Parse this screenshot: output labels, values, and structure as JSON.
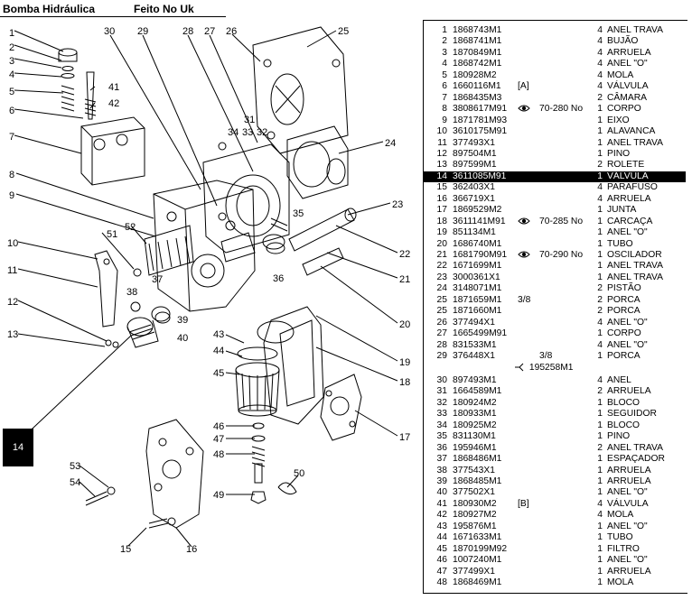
{
  "header": {
    "left_title": "Bomba Hidráulica",
    "right_title": "Feito No Uk"
  },
  "badge": "14",
  "callouts": [
    "1",
    "2",
    "3",
    "4",
    "5",
    "6",
    "7",
    "8",
    "9",
    "10",
    "11",
    "12",
    "13",
    "15",
    "16",
    "17",
    "18",
    "19",
    "20",
    "21",
    "22",
    "23",
    "24",
    "25",
    "26",
    "27",
    "28",
    "29",
    "30",
    "31",
    "32",
    "33",
    "34",
    "35",
    "36",
    "37",
    "38",
    "39",
    "40",
    "41",
    "42",
    "43",
    "44",
    "45",
    "46",
    "47",
    "48",
    "49",
    "50",
    "51",
    "52",
    "53",
    "54"
  ],
  "parts": [
    {
      "idx": "1",
      "pn": "1868743M1",
      "note": "",
      "ref": "",
      "qty": "4",
      "desc": "ANEL TRAVA"
    },
    {
      "idx": "2",
      "pn": "1868741M1",
      "note": "",
      "ref": "",
      "qty": "4",
      "desc": "BUJÃO"
    },
    {
      "idx": "3",
      "pn": "1870849M1",
      "note": "",
      "ref": "",
      "qty": "4",
      "desc": "ARRUELA"
    },
    {
      "idx": "4",
      "pn": "1868742M1",
      "note": "",
      "ref": "",
      "qty": "4",
      "desc": "ANEL \"O\""
    },
    {
      "idx": "5",
      "pn": "180928M2",
      "note": "",
      "ref": "",
      "qty": "4",
      "desc": "MOLA"
    },
    {
      "idx": "6",
      "pn": "1660116M1",
      "note": "[A]",
      "ref": "",
      "qty": "4",
      "desc": "VÁLVULA"
    },
    {
      "idx": "7",
      "pn": "1868435M3",
      "note": "",
      "ref": "",
      "qty": "2",
      "desc": "CÂMARA"
    },
    {
      "idx": "8",
      "pn": "3808617M91",
      "note": "eye",
      "ref": "70-280 No",
      "qty": "1",
      "desc": "CORPO"
    },
    {
      "idx": "9",
      "pn": "1871781M93",
      "note": "",
      "ref": "",
      "qty": "1",
      "desc": "EIXO"
    },
    {
      "idx": "10",
      "pn": "3610175M91",
      "note": "",
      "ref": "",
      "qty": "1",
      "desc": "ALAVANCA"
    },
    {
      "idx": "11",
      "pn": "377493X1",
      "note": "",
      "ref": "",
      "qty": "1",
      "desc": "ANEL TRAVA"
    },
    {
      "idx": "12",
      "pn": "897504M1",
      "note": "",
      "ref": "",
      "qty": "1",
      "desc": "PINO"
    },
    {
      "idx": "13",
      "pn": "897599M1",
      "note": "",
      "ref": "",
      "qty": "2",
      "desc": "ROLETE"
    },
    {
      "idx": "14",
      "pn": "3611085M91",
      "note": "",
      "ref": "",
      "qty": "1",
      "desc": "VÁLVULA",
      "highlight": true
    },
    {
      "idx": "15",
      "pn": "362403X1",
      "note": "",
      "ref": "",
      "qty": "4",
      "desc": "PARAFUSO"
    },
    {
      "idx": "16",
      "pn": "366719X1",
      "note": "",
      "ref": "",
      "qty": "4",
      "desc": "ARRUELA"
    },
    {
      "idx": "17",
      "pn": "1869529M2",
      "note": "",
      "ref": "",
      "qty": "1",
      "desc": "JUNTA"
    },
    {
      "idx": "18",
      "pn": "3611141M91",
      "note": "eye",
      "ref": "70-285 No",
      "qty": "1",
      "desc": "CARCAÇA"
    },
    {
      "idx": "19",
      "pn": "851134M1",
      "note": "",
      "ref": "",
      "qty": "1",
      "desc": "ANEL \"O\""
    },
    {
      "idx": "20",
      "pn": "1686740M1",
      "note": "",
      "ref": "",
      "qty": "1",
      "desc": "TUBO"
    },
    {
      "idx": "21",
      "pn": "1681790M91",
      "note": "eye",
      "ref": "70-290 No",
      "qty": "1",
      "desc": "OSCILADOR"
    },
    {
      "idx": "22",
      "pn": "1671699M1",
      "note": "",
      "ref": "",
      "qty": "1",
      "desc": "ANEL TRAVA"
    },
    {
      "idx": "23",
      "pn": "3000361X1",
      "note": "",
      "ref": "",
      "qty": "1",
      "desc": "ANEL TRAVA"
    },
    {
      "idx": "24",
      "pn": "3148071M1",
      "note": "",
      "ref": "",
      "qty": "2",
      "desc": "PISTÃO"
    },
    {
      "idx": "25",
      "pn": "1871659M1",
      "note": "3/8",
      "ref": "",
      "qty": "2",
      "desc": "PORCA"
    },
    {
      "idx": "25",
      "pn": "1871660M1",
      "note": "",
      "ref": "",
      "qty": "2",
      "desc": "PORCA"
    },
    {
      "idx": "26",
      "pn": "377494X1",
      "note": "",
      "ref": "",
      "qty": "4",
      "desc": "ANEL \"O\""
    },
    {
      "idx": "27",
      "pn": "1665499M91",
      "note": "",
      "ref": "",
      "qty": "1",
      "desc": "CORPO"
    },
    {
      "idx": "28",
      "pn": "831533M1",
      "note": "",
      "ref": "",
      "qty": "4",
      "desc": "ANEL \"O\""
    },
    {
      "idx": "29",
      "pn": "376448X1",
      "note": "",
      "ref": "3/8",
      "qty": "1",
      "desc": "PORCA"
    },
    {
      "idx": "30",
      "pn": "897493M1",
      "note": "",
      "ref": "",
      "qty": "4",
      "desc": "ANEL"
    },
    {
      "idx": "31",
      "pn": "1664589M1",
      "note": "",
      "ref": "",
      "qty": "2",
      "desc": "ARRUELA"
    },
    {
      "idx": "32",
      "pn": "180924M2",
      "note": "",
      "ref": "",
      "qty": "1",
      "desc": "BLOCO"
    },
    {
      "idx": "33",
      "pn": "180933M1",
      "note": "",
      "ref": "",
      "qty": "1",
      "desc": "SEGUIDOR"
    },
    {
      "idx": "34",
      "pn": "180925M2",
      "note": "",
      "ref": "",
      "qty": "1",
      "desc": "BLOCO"
    },
    {
      "idx": "35",
      "pn": "831130M1",
      "note": "",
      "ref": "",
      "qty": "1",
      "desc": "PINO"
    },
    {
      "idx": "36",
      "pn": "195946M1",
      "note": "",
      "ref": "",
      "qty": "2",
      "desc": "ANEL TRAVA"
    },
    {
      "idx": "37",
      "pn": "1868486M1",
      "note": "",
      "ref": "",
      "qty": "1",
      "desc": "ESPAÇADOR"
    },
    {
      "idx": "38",
      "pn": "377543X1",
      "note": "",
      "ref": "",
      "qty": "1",
      "desc": "ARRUELA"
    },
    {
      "idx": "39",
      "pn": "1868485M1",
      "note": "",
      "ref": "",
      "qty": "1",
      "desc": "ARRUELA"
    },
    {
      "idx": "40",
      "pn": "377502X1",
      "note": "",
      "ref": "",
      "qty": "1",
      "desc": "ANEL \"O\""
    },
    {
      "idx": "41",
      "pn": "180930M2",
      "note": "[B]",
      "ref": "",
      "qty": "4",
      "desc": "VÁLVULA"
    },
    {
      "idx": "42",
      "pn": "180927M2",
      "note": "",
      "ref": "",
      "qty": "4",
      "desc": "MOLA"
    },
    {
      "idx": "43",
      "pn": "195876M1",
      "note": "",
      "ref": "",
      "qty": "1",
      "desc": "ANEL \"O\""
    },
    {
      "idx": "44",
      "pn": "1671633M1",
      "note": "",
      "ref": "",
      "qty": "1",
      "desc": "TUBO"
    },
    {
      "idx": "45",
      "pn": "1870199M92",
      "note": "",
      "ref": "",
      "qty": "1",
      "desc": "FILTRO"
    },
    {
      "idx": "46",
      "pn": "1007240M1",
      "note": "",
      "ref": "",
      "qty": "1",
      "desc": "ANEL \"O\""
    },
    {
      "idx": "47",
      "pn": "377499X1",
      "note": "",
      "ref": "",
      "qty": "1",
      "desc": "ARRUELA"
    },
    {
      "idx": "48",
      "pn": "1868469M1",
      "note": "",
      "ref": "",
      "qty": "1",
      "desc": "MOLA"
    }
  ],
  "sub_ref": "195258M1"
}
